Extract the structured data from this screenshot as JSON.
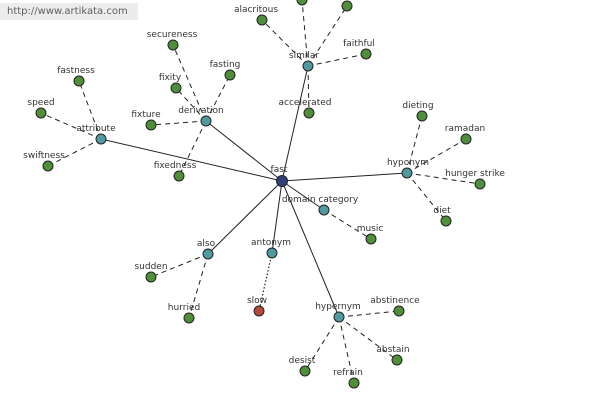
{
  "watermark": "http://www.artikata.com",
  "colors": {
    "center": "#2e3f7a",
    "relation": "#4e9aa0",
    "word": "#4f8f3a",
    "antonym_word": "#b34a3a"
  },
  "graph": {
    "nodes": [
      {
        "id": "fast",
        "label": "fast",
        "kind": "center"
      },
      {
        "id": "similar",
        "label": "similar",
        "kind": "relation"
      },
      {
        "id": "derivation",
        "label": "derivation",
        "kind": "relation"
      },
      {
        "id": "attribute",
        "label": "attribute",
        "kind": "relation"
      },
      {
        "id": "hyponym",
        "label": "hyponym",
        "kind": "relation"
      },
      {
        "id": "domain-category",
        "label": "domain category",
        "kind": "relation"
      },
      {
        "id": "also",
        "label": "also",
        "kind": "relation"
      },
      {
        "id": "antonym",
        "label": "antonym",
        "kind": "relation"
      },
      {
        "id": "hypernym",
        "label": "hypernym",
        "kind": "relation"
      },
      {
        "id": "alacritous",
        "label": "alacritous",
        "kind": "word"
      },
      {
        "id": "faithful",
        "label": "faithful",
        "kind": "word"
      },
      {
        "id": "accelerated",
        "label": "accelerated",
        "kind": "word"
      },
      {
        "id": "top-word-1",
        "label": "",
        "kind": "word"
      },
      {
        "id": "top-word-2",
        "label": "",
        "kind": "word"
      },
      {
        "id": "secureness",
        "label": "secureness",
        "kind": "word"
      },
      {
        "id": "fixity",
        "label": "fixity",
        "kind": "word"
      },
      {
        "id": "fasting",
        "label": "fasting",
        "kind": "word"
      },
      {
        "id": "fixture",
        "label": "fixture",
        "kind": "word"
      },
      {
        "id": "fixedness",
        "label": "fixedness",
        "kind": "word"
      },
      {
        "id": "fastness",
        "label": "fastness",
        "kind": "word"
      },
      {
        "id": "speed",
        "label": "speed",
        "kind": "word"
      },
      {
        "id": "swiftness",
        "label": "swiftness",
        "kind": "word"
      },
      {
        "id": "dieting",
        "label": "dieting",
        "kind": "word"
      },
      {
        "id": "ramadan",
        "label": "ramadan",
        "kind": "word"
      },
      {
        "id": "hunger-strike",
        "label": "hunger strike",
        "kind": "word"
      },
      {
        "id": "diet",
        "label": "diet",
        "kind": "word"
      },
      {
        "id": "music",
        "label": "music",
        "kind": "word"
      },
      {
        "id": "sudden",
        "label": "sudden",
        "kind": "word"
      },
      {
        "id": "hurried",
        "label": "hurried",
        "kind": "word"
      },
      {
        "id": "slow",
        "label": "slow",
        "kind": "antonym_word"
      },
      {
        "id": "abstinence",
        "label": "abstinence",
        "kind": "word"
      },
      {
        "id": "abstain",
        "label": "abstain",
        "kind": "word"
      },
      {
        "id": "refrain",
        "label": "refrain",
        "kind": "word"
      },
      {
        "id": "desist",
        "label": "desist",
        "kind": "word"
      }
    ],
    "edges": [
      {
        "from": "fast",
        "to": "similar",
        "style": "solid"
      },
      {
        "from": "fast",
        "to": "derivation",
        "style": "solid"
      },
      {
        "from": "fast",
        "to": "attribute",
        "style": "solid"
      },
      {
        "from": "fast",
        "to": "hyponym",
        "style": "solid"
      },
      {
        "from": "fast",
        "to": "domain-category",
        "style": "solid"
      },
      {
        "from": "fast",
        "to": "also",
        "style": "solid"
      },
      {
        "from": "fast",
        "to": "antonym",
        "style": "solid"
      },
      {
        "from": "fast",
        "to": "hypernym",
        "style": "solid"
      },
      {
        "from": "similar",
        "to": "alacritous",
        "style": "dashed"
      },
      {
        "from": "similar",
        "to": "faithful",
        "style": "dashed"
      },
      {
        "from": "similar",
        "to": "accelerated",
        "style": "dashed"
      },
      {
        "from": "similar",
        "to": "top-word-1",
        "style": "dashed"
      },
      {
        "from": "similar",
        "to": "top-word-2",
        "style": "dashed"
      },
      {
        "from": "derivation",
        "to": "secureness",
        "style": "dashed"
      },
      {
        "from": "derivation",
        "to": "fixity",
        "style": "dashed"
      },
      {
        "from": "derivation",
        "to": "fasting",
        "style": "dashed"
      },
      {
        "from": "derivation",
        "to": "fixture",
        "style": "dashed"
      },
      {
        "from": "derivation",
        "to": "fixedness",
        "style": "dashed"
      },
      {
        "from": "attribute",
        "to": "fastness",
        "style": "dashed"
      },
      {
        "from": "attribute",
        "to": "speed",
        "style": "dashed"
      },
      {
        "from": "attribute",
        "to": "swiftness",
        "style": "dashed"
      },
      {
        "from": "hyponym",
        "to": "dieting",
        "style": "dashed"
      },
      {
        "from": "hyponym",
        "to": "ramadan",
        "style": "dashed"
      },
      {
        "from": "hyponym",
        "to": "hunger-strike",
        "style": "dashed"
      },
      {
        "from": "hyponym",
        "to": "diet",
        "style": "dashed"
      },
      {
        "from": "domain-category",
        "to": "music",
        "style": "dashed"
      },
      {
        "from": "also",
        "to": "sudden",
        "style": "dashed"
      },
      {
        "from": "also",
        "to": "hurried",
        "style": "dashed"
      },
      {
        "from": "antonym",
        "to": "slow",
        "style": "dotted"
      },
      {
        "from": "hypernym",
        "to": "abstinence",
        "style": "dashed"
      },
      {
        "from": "hypernym",
        "to": "abstain",
        "style": "dashed"
      },
      {
        "from": "hypernym",
        "to": "refrain",
        "style": "dashed"
      },
      {
        "from": "hypernym",
        "to": "desist",
        "style": "dashed"
      }
    ]
  }
}
